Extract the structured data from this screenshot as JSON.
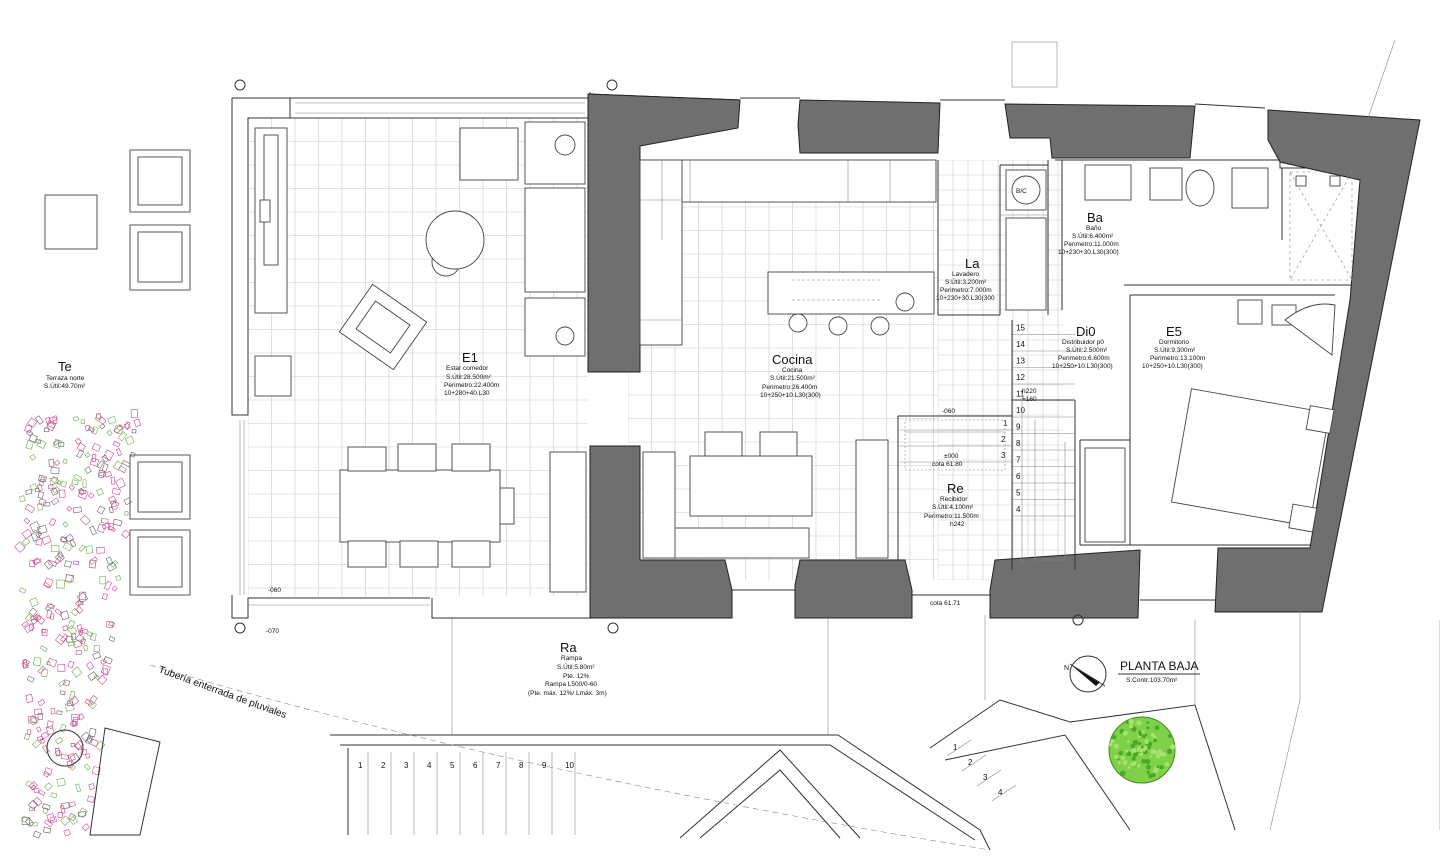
{
  "rooms": {
    "te": {
      "code": "Te",
      "name": "Terraza norte",
      "area": "S.Útil:49.70m²"
    },
    "e1": {
      "code": "E1",
      "name": "Estar comedor",
      "area": "S.Útil:28.500m²",
      "perimetro": "Perimetro:22.400m",
      "dims": "10+280+40.L30"
    },
    "cocina": {
      "code": "Cocina",
      "name": "Cocina",
      "area": "S.Útil:21.500m²",
      "perimetro": "Perimetro:26.400m",
      "dims": "10+250+10.L30(300)"
    },
    "la": {
      "code": "La",
      "name": "Lavadero",
      "area": "S.Útil:3.200m²",
      "perimetro": "Perimetro:7.000m",
      "dims": "10+230+30.L30(300"
    },
    "ba": {
      "code": "Ba",
      "name": "Baño",
      "area": "S.Útil:6.400m²",
      "perimetro": "Perimetro:11.000m",
      "dims": "10+230+30.L30(300)"
    },
    "di0": {
      "code": "Di0",
      "name": "Distribuidor p0",
      "area": "S.Útil:2.500m²",
      "perimetro": "Perimetro:6.600m",
      "dims": "10+250+10.L30(300)"
    },
    "e5": {
      "code": "E5",
      "name": "Dormitorio",
      "area": "S.Útil:9.300m²",
      "perimetro": "Perimetro:13.100m",
      "dims": "10+250+10.L30(300)"
    },
    "re": {
      "code": "Re",
      "name": "Recibidor",
      "area": "S.Útil:4.100m²",
      "perimetro": "Perimetro:11.500m",
      "height": "h242"
    },
    "ra": {
      "code": "Ra",
      "name": "Rampa",
      "area": "S.Útil:5.80m²",
      "pte": "Pte. 12%",
      "rampa": "Rampa L500/0-60",
      "limits": "(Pte. máx. 12%/ Lmáx. 3m)"
    }
  },
  "levels": {
    "e1_corner": "-060",
    "e1_bottom": "-070",
    "re_top": "-060",
    "re_zero": "±000",
    "re_cota": "cota 61.80",
    "door_cota": "cota 61.71",
    "stair_h1": "h220",
    "stair_h2": "+160"
  },
  "fixtures": {
    "bc": "B/C"
  },
  "pipe": "Tubería enterrada de pluviales",
  "title": {
    "name": "PLANTA BAJA",
    "area": "S.Contr:103.70m²",
    "north": "N"
  },
  "stairs": {
    "main": [
      "1",
      "2",
      "3",
      "4",
      "5",
      "6",
      "7",
      "8",
      "9",
      "10",
      "11",
      "12",
      "13",
      "14",
      "15"
    ],
    "ramp": [
      "1",
      "2",
      "3",
      "4",
      "5",
      "6",
      "7",
      "8",
      "9",
      "10"
    ],
    "garden": [
      "1",
      "2",
      "3",
      "4"
    ]
  },
  "colors": {
    "wall": "#6f6f6f",
    "tree": "#7fd14a",
    "vegetation_green": "#6ab04c",
    "vegetation_pink": "#d4458e"
  }
}
